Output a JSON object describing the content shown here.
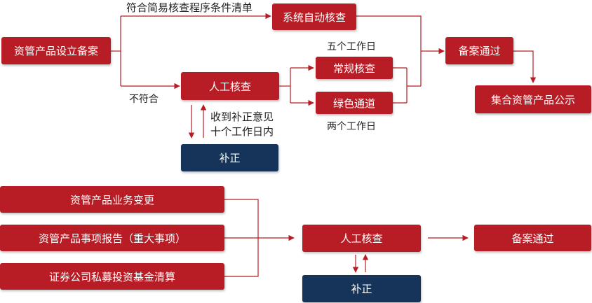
{
  "colors": {
    "box_red": "#b81c25",
    "box_navy": "#16345a",
    "line": "#b81c25",
    "text": "#222222"
  },
  "flow1": {
    "start": "资管产品设立备案",
    "auto_check": "系统自动核查",
    "manual_check": "人工核查",
    "regular_check": "常规核查",
    "green_channel": "绿色通道",
    "record_passed": "备案通过",
    "publicity": "集合资管产品公示",
    "correction": "补正",
    "label_conform": "符合简易核查程序条件清单",
    "label_not_conform": "不符合",
    "label_five_days": "五个工作日",
    "label_two_days": "两个工作日",
    "label_correction_line1": "收到补正意见",
    "label_correction_line2": "十个工作日内"
  },
  "flow2": {
    "item_change": "资管产品业务变更",
    "item_report": "资管产品事项报告（重大事项）",
    "item_liquidation": "证券公司私募投资基金清算",
    "manual_check": "人工核查",
    "record_passed": "备案通过",
    "correction": "补正"
  }
}
